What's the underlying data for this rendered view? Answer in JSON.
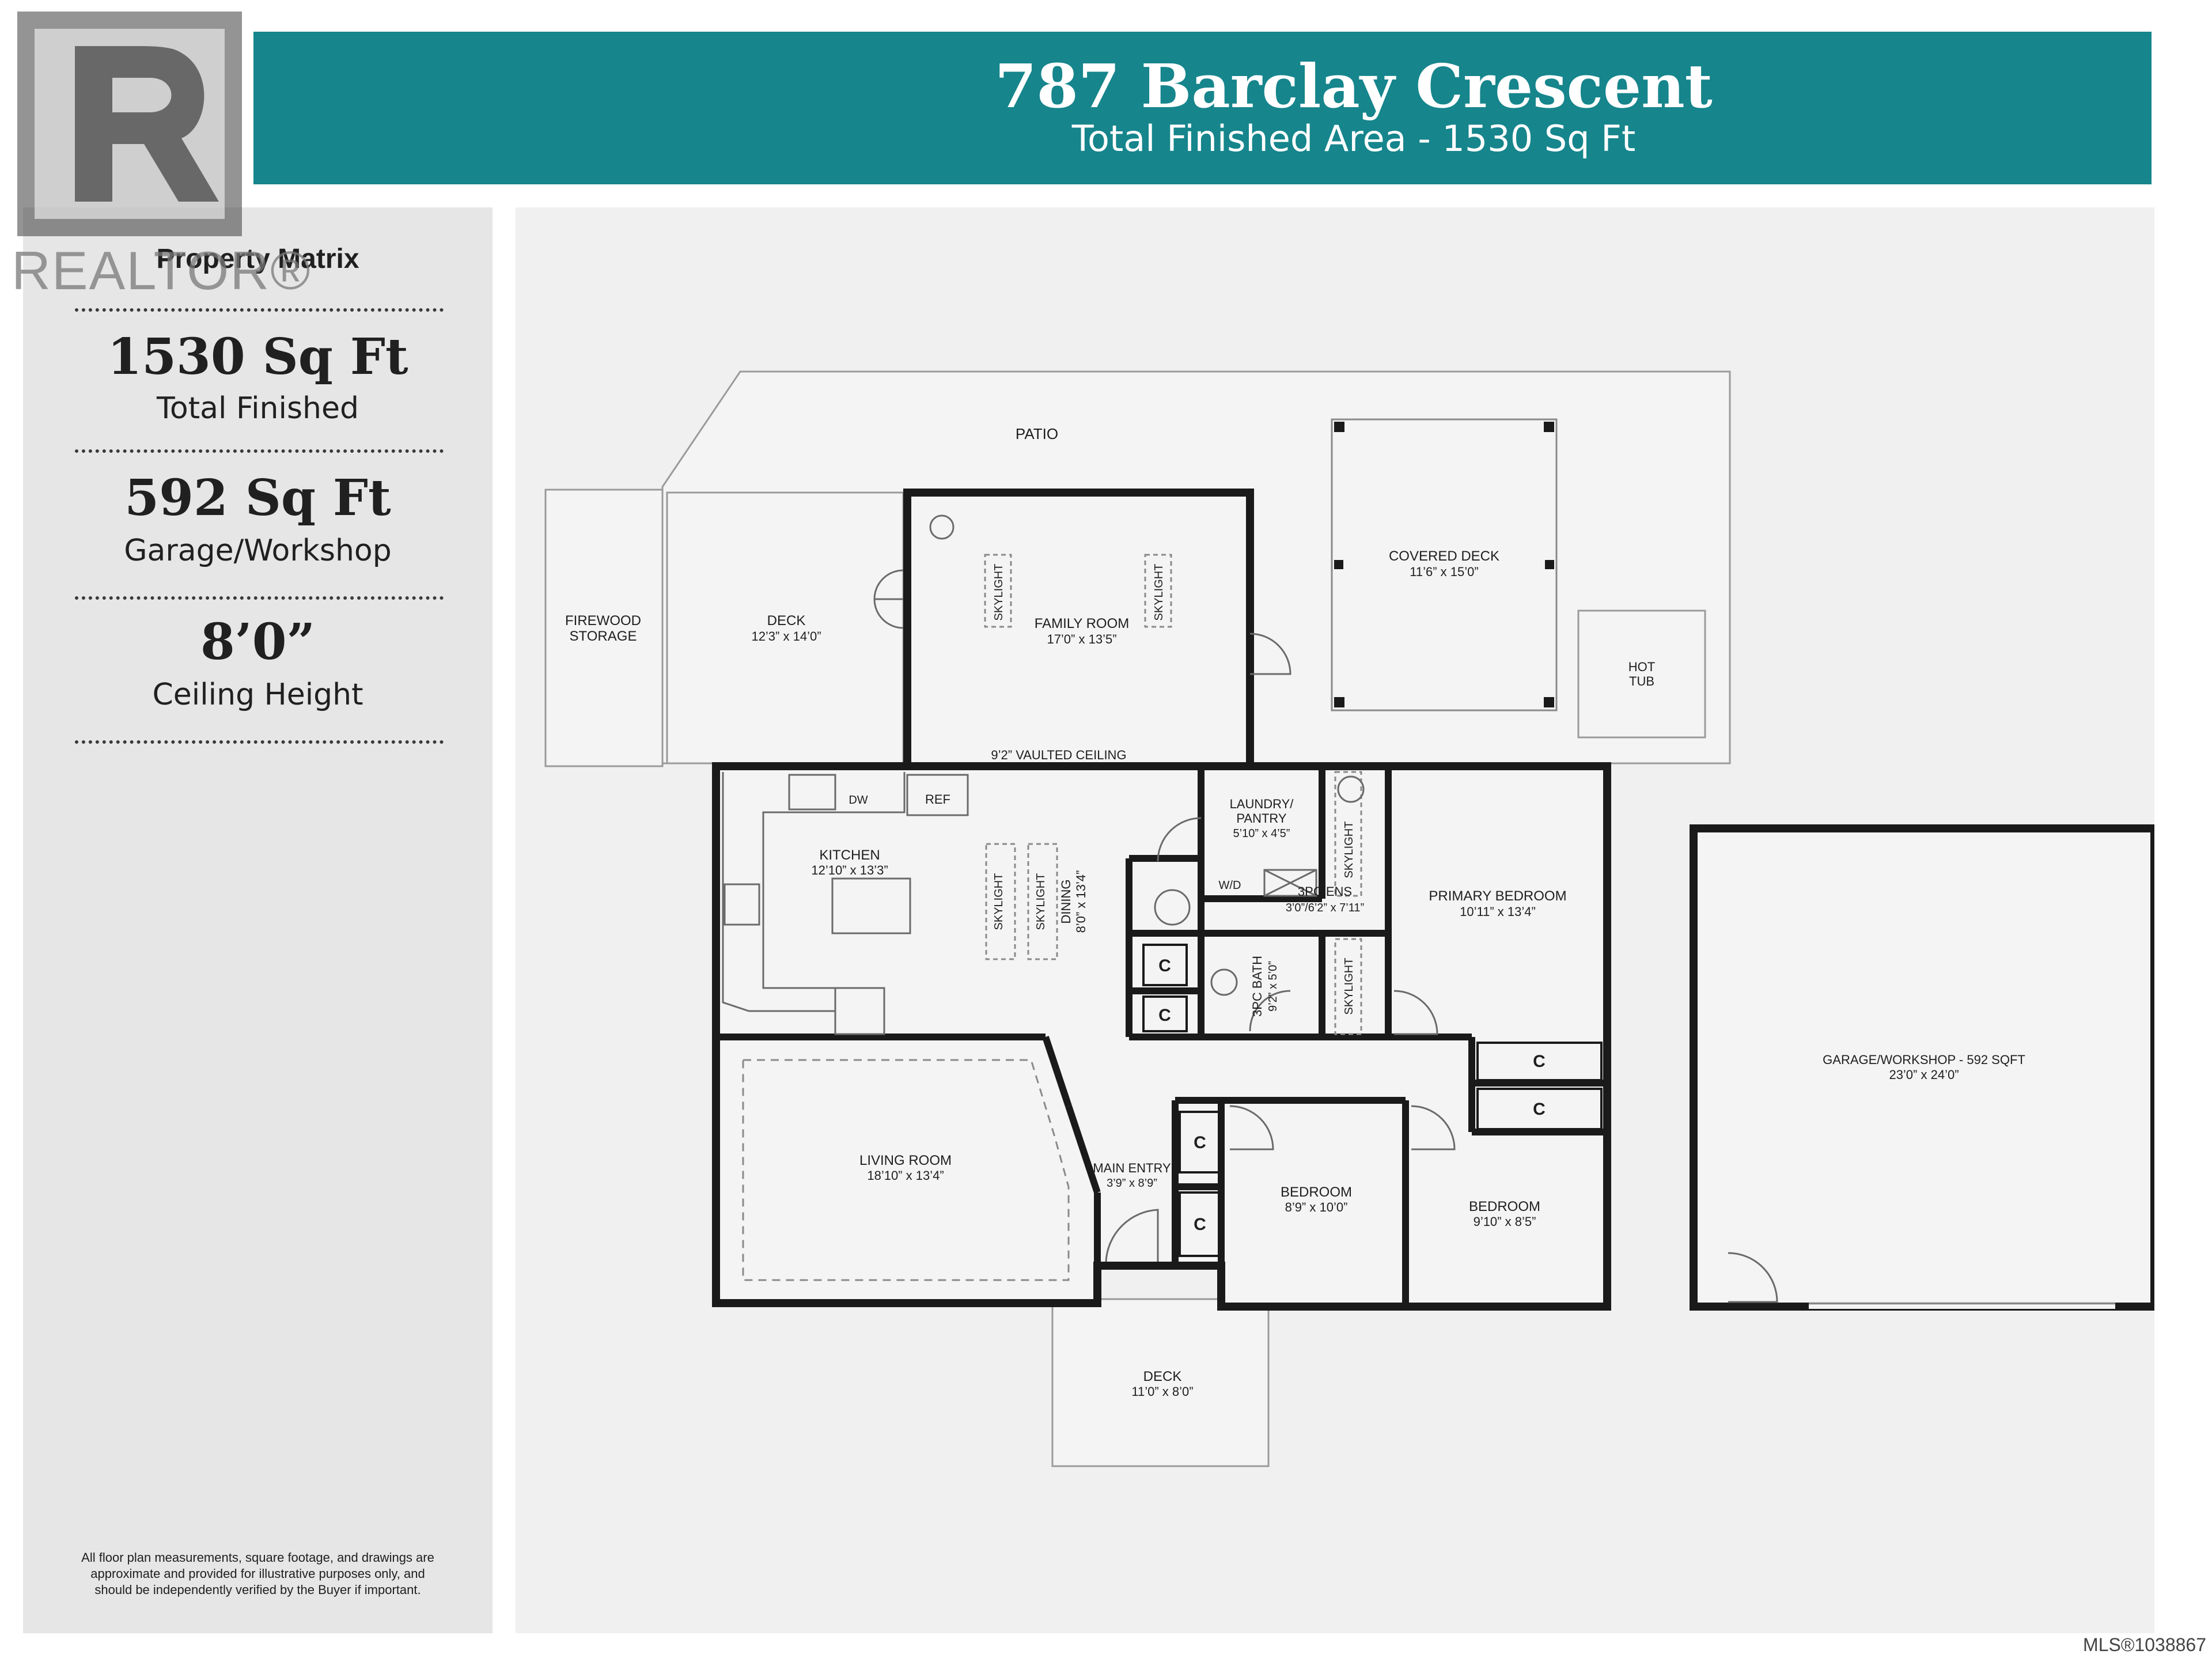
{
  "header": {
    "title": "787 Barclay Crescent",
    "subtitle": "Total Finished Area - 1530 Sq Ft"
  },
  "watermark": {
    "brand": "REALTOR®",
    "mls_id": "MLS®1038867"
  },
  "sidebar": {
    "title": "Property Matrix",
    "stats": [
      {
        "value": "1530 Sq Ft",
        "label": "Total Finished"
      },
      {
        "value": "592 Sq Ft",
        "label": "Garage/Workshop"
      },
      {
        "value": "8’0”",
        "label": "Ceiling Height"
      }
    ],
    "disclaimer": "All floor plan measurements, square footage, and drawings are approximate and provided for illustrative purposes only, and should be independently verified by the Buyer if important."
  },
  "rooms": {
    "patio": {
      "name": "PATIO"
    },
    "firewood": {
      "name": "FIREWOOD",
      "name2": "STORAGE"
    },
    "deck_rear": {
      "name": "DECK",
      "dim": "12’3” x 14’0”"
    },
    "family": {
      "name": "FAMILY ROOM",
      "dim": "17’0” x 13’5”"
    },
    "covered_deck": {
      "name": "COVERED DECK",
      "dim": "11’6” x 15’0”"
    },
    "hot_tub": {
      "name": "HOT",
      "name2": "TUB"
    },
    "vaulted": {
      "name": "9’2” VAULTED CEILING"
    },
    "kitchen": {
      "name": "KITCHEN",
      "dim": "12’10” x 13’3”"
    },
    "dining": {
      "name": "DINING",
      "dim": "8’0” x 13’4”"
    },
    "laundry": {
      "name": "LAUNDRY/",
      "name2": "PANTRY",
      "dim": "5’10” x 4’5”"
    },
    "ensuite": {
      "name": "3PC ENS",
      "dim": "3’0”/6’2” x 7’11”"
    },
    "primary": {
      "name": "PRIMARY BEDROOM",
      "dim": "10’11” x 13’4”"
    },
    "bath": {
      "name": "3PC BATH",
      "dim": "9’2” x 5’0”"
    },
    "living": {
      "name": "LIVING ROOM",
      "dim": "18’10” x 13’4”"
    },
    "entry": {
      "name": "MAIN ENTRY",
      "dim": "3’9” x 8’9”"
    },
    "bed2": {
      "name": "BEDROOM",
      "dim": "8’9” x 10’0”"
    },
    "bed3": {
      "name": "BEDROOM",
      "dim": "9’10” x 8’5”"
    },
    "deck_front": {
      "name": "DECK",
      "dim": "11’0” x 8’0”"
    },
    "garage": {
      "name": "GARAGE/WORKSHOP - 592 SQFT",
      "dim": "23’0” x 24’0”"
    }
  },
  "fixtures": {
    "skylight": "SKYLIGHT",
    "dishwasher": "DW",
    "fridge": "REF",
    "washer_dryer": "W/D",
    "closet": "C"
  }
}
